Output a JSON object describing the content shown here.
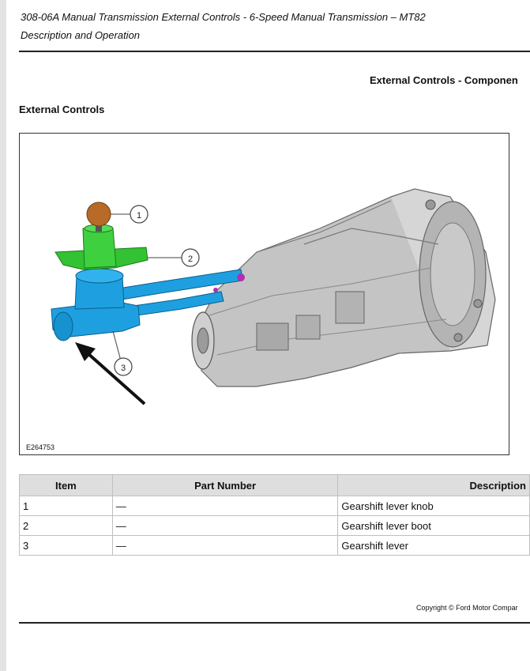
{
  "header": {
    "title": "308-06A Manual Transmission External Controls - 6-Speed Manual Transmission – MT82",
    "subtitle": "Description and Operation"
  },
  "section_title": "External Controls - Componen",
  "page_subtitle": "External Controls",
  "figure": {
    "code": "E264753",
    "callouts": [
      "1",
      "2",
      "3"
    ]
  },
  "table": {
    "headers": [
      "Item",
      "Part Number",
      "Description"
    ],
    "rows": [
      [
        "1",
        "—",
        "Gearshift lever knob"
      ],
      [
        "2",
        "—",
        "Gearshift lever boot"
      ],
      [
        "3",
        "—",
        "Gearshift lever"
      ]
    ]
  },
  "footer": {
    "copyright": "Copyright © Ford Motor Compar"
  },
  "colors": {
    "knob": "#b86a28",
    "boot": "#33c233",
    "lever": "#1ea0e0",
    "transmission": "#bdbdbd"
  }
}
